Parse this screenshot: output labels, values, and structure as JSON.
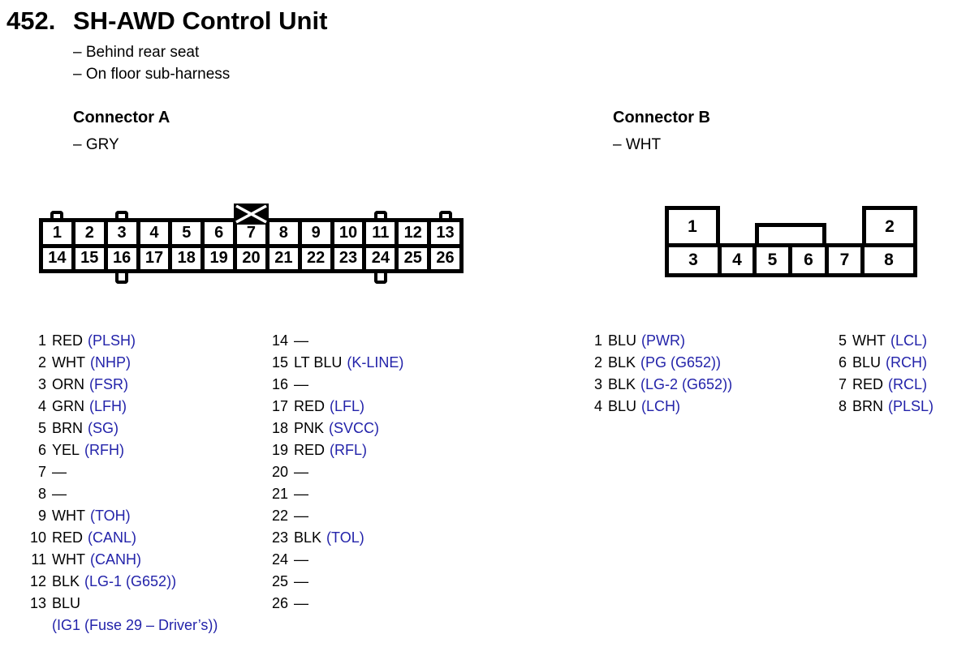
{
  "page": {
    "section_number": "452.",
    "title": "SH-AWD Control Unit",
    "location_lines": [
      "– Behind rear seat",
      "– On floor sub-harness"
    ]
  },
  "colors": {
    "signal_blue": "#2323aa",
    "ink": "#000000",
    "background": "#ffffff"
  },
  "connector_a": {
    "heading": "Connector A",
    "housing_color": "– GRY",
    "top_row_pins": [
      "1",
      "2",
      "3",
      "4",
      "5",
      "6",
      "7",
      "8",
      "9",
      "10",
      "11",
      "12",
      "13"
    ],
    "bottom_row_pins": [
      "14",
      "15",
      "16",
      "17",
      "18",
      "19",
      "20",
      "21",
      "22",
      "23",
      "24",
      "25",
      "26"
    ],
    "pins_col1": [
      {
        "num": "1",
        "color": "RED",
        "signal": "(PLSH)"
      },
      {
        "num": "2",
        "color": "WHT",
        "signal": "(NHP)"
      },
      {
        "num": "3",
        "color": "ORN",
        "signal": "(FSR)"
      },
      {
        "num": "4",
        "color": "GRN",
        "signal": "(LFH)"
      },
      {
        "num": "5",
        "color": "BRN",
        "signal": "(SG)"
      },
      {
        "num": "6",
        "color": "YEL",
        "signal": "(RFH)"
      },
      {
        "num": "7",
        "color": "—",
        "signal": ""
      },
      {
        "num": "8",
        "color": "—",
        "signal": ""
      },
      {
        "num": "9",
        "color": "WHT",
        "signal": "(TOH)"
      },
      {
        "num": "10",
        "color": "RED",
        "signal": "(CANL)"
      },
      {
        "num": "11",
        "color": "WHT",
        "signal": "(CANH)"
      },
      {
        "num": "12",
        "color": "BLK",
        "signal": "(LG-1 (G652))"
      },
      {
        "num": "13",
        "color": "BLU",
        "signal": "",
        "signal2": "(IG1 (Fuse 29 – Driver’s))"
      }
    ],
    "pins_col2": [
      {
        "num": "14",
        "color": "—",
        "signal": ""
      },
      {
        "num": "15",
        "color": "LT BLU",
        "signal": "(K-LINE)"
      },
      {
        "num": "16",
        "color": "—",
        "signal": ""
      },
      {
        "num": "17",
        "color": "RED",
        "signal": "(LFL)"
      },
      {
        "num": "18",
        "color": "PNK",
        "signal": "(SVCC)"
      },
      {
        "num": "19",
        "color": "RED",
        "signal": "(RFL)"
      },
      {
        "num": "20",
        "color": "—",
        "signal": ""
      },
      {
        "num": "21",
        "color": "—",
        "signal": ""
      },
      {
        "num": "22",
        "color": "—",
        "signal": ""
      },
      {
        "num": "23",
        "color": "BLK",
        "signal": "(TOL)"
      },
      {
        "num": "24",
        "color": "—",
        "signal": ""
      },
      {
        "num": "25",
        "color": "—",
        "signal": ""
      },
      {
        "num": "26",
        "color": "—",
        "signal": ""
      }
    ]
  },
  "connector_b": {
    "heading": "Connector B",
    "housing_color": "– WHT",
    "top_row_pins": [
      "1",
      "2"
    ],
    "bottom_row_pins": [
      "3",
      "4",
      "5",
      "6",
      "7",
      "8"
    ],
    "pins_col1": [
      {
        "num": "1",
        "color": "BLU",
        "signal": "(PWR)"
      },
      {
        "num": "2",
        "color": "BLK",
        "signal": "(PG (G652))"
      },
      {
        "num": "3",
        "color": "BLK",
        "signal": "(LG-2 (G652))"
      },
      {
        "num": "4",
        "color": "BLU",
        "signal": "(LCH)"
      }
    ],
    "pins_col2": [
      {
        "num": "5",
        "color": "WHT",
        "signal": "(LCL)"
      },
      {
        "num": "6",
        "color": "BLU",
        "signal": "(RCH)"
      },
      {
        "num": "7",
        "color": "RED",
        "signal": "(RCL)"
      },
      {
        "num": "8",
        "color": "BRN",
        "signal": "(PLSL)"
      }
    ]
  }
}
